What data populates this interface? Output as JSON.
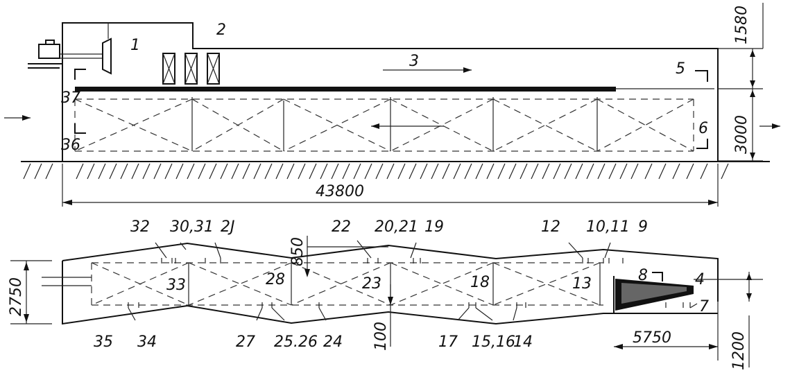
{
  "labels": {
    "l1": "1",
    "l2": "2",
    "l3": "3",
    "l4": "4",
    "l5": "5",
    "l6": "6",
    "l7": "7",
    "l8": "8",
    "l9": "9",
    "l10_11": "10,11",
    "l12": "12",
    "l13": "13",
    "l14": "14",
    "l15_16": "15,16",
    "l17": "17",
    "l18": "18",
    "l19": "19",
    "l20_21": "20,21",
    "l22": "22",
    "l23": "23",
    "l24": "24",
    "l25_26": "25.26",
    "l27": "27",
    "l28": "28",
    "l29": "2J",
    "l30_31": "30,31",
    "l32": "32",
    "l33": "33",
    "l34": "34",
    "l35": "35",
    "l36": "36",
    "l37": "37"
  },
  "dimensions": {
    "total_length": "43800",
    "upper_height": "1580",
    "lower_height": "3000",
    "plan_width": "2750",
    "step_850": "850",
    "step_100": "100",
    "tail_length": "5750",
    "tail_offset": "1200"
  }
}
